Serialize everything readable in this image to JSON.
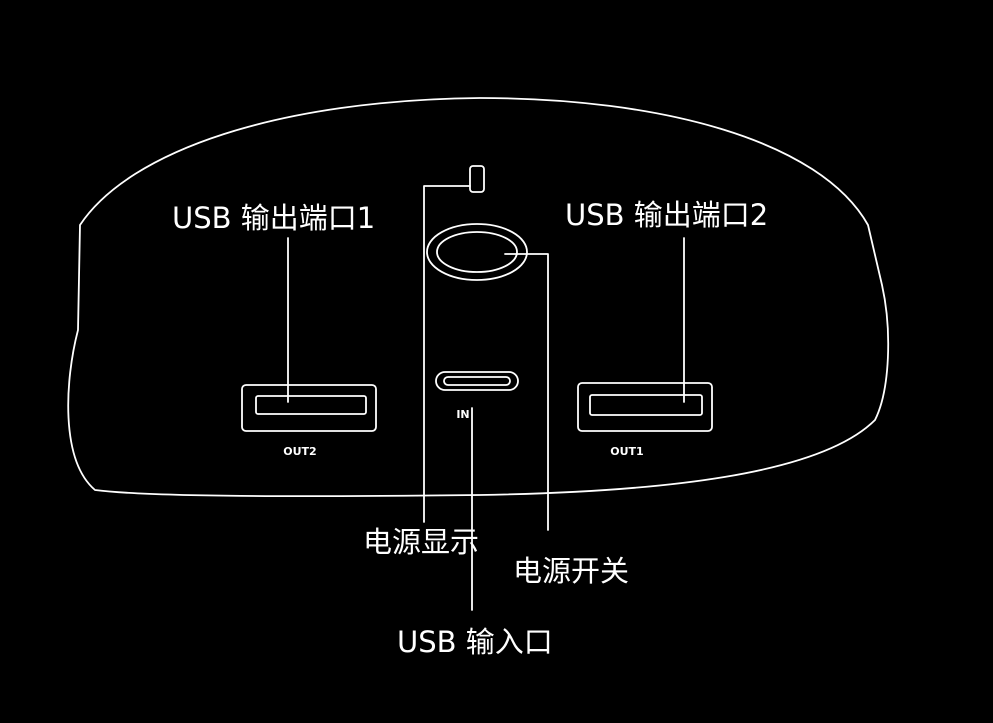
{
  "labels": {
    "usb_out_1": "USB 输出端口1",
    "usb_out_2": "USB 输出端口2",
    "power_display": "电源显示",
    "power_switch": "电源开关",
    "usb_input": "USB 输入口"
  },
  "port_marks": {
    "out2": "OUT2",
    "out1": "OUT1",
    "in": "IN"
  },
  "colors": {
    "background": "#000000",
    "line": "#ffffff"
  }
}
